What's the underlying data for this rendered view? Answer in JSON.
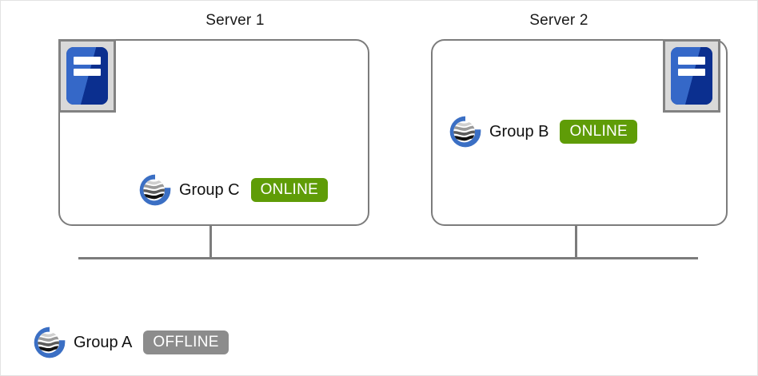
{
  "diagram": {
    "title_hidden": "",
    "colors": {
      "box_stroke": "#7c7c7c",
      "server_icon_blue_light": "#3568c8",
      "server_icon_blue_dark": "#0b2f8f",
      "server_icon_frame": "#828282",
      "server_icon_frame_fill": "#d9d9d9",
      "logo_ring_blue": "#3b6fc4",
      "status_online_green": "#5f9c07",
      "status_offline_gray": "#8c8c8c",
      "line_gray": "#7c7c7c",
      "page_background": "#ffffff"
    },
    "servers": [
      {
        "id": "server-1",
        "title": "Server 1",
        "icon_name": "server-icon",
        "icon_position": "top-left",
        "groups": [
          {
            "id": "group-c",
            "logo_name": "group-logo",
            "label": "Group  C",
            "status": "ONLINE",
            "status_kind": "online"
          }
        ]
      },
      {
        "id": "server-2",
        "title": "Server 2",
        "icon_name": "server-icon",
        "icon_position": "top-right",
        "groups": [
          {
            "id": "group-b",
            "logo_name": "group-logo",
            "label": "Group  B",
            "status": "ONLINE",
            "status_kind": "online"
          }
        ]
      }
    ],
    "unassigned_groups": [
      {
        "id": "group-a",
        "logo_name": "group-logo",
        "label": "Group A",
        "status": "OFFLINE",
        "status_kind": "offline"
      }
    ]
  }
}
